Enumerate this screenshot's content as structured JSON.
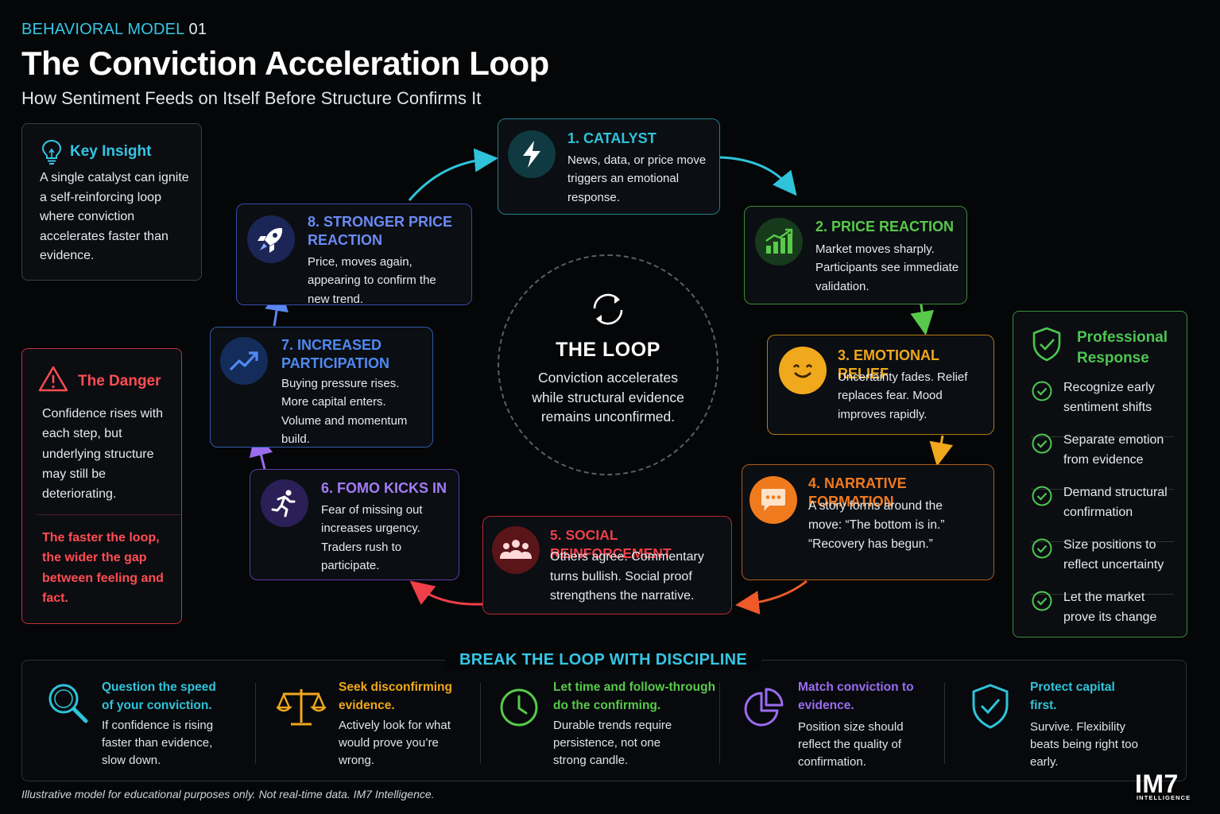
{
  "header": {
    "eyebrow_accent": "BEHAVIORAL MODEL",
    "eyebrow_number": "01",
    "title": "The Conviction Acceleration Loop",
    "subtitle": "How Sentiment Feeds on Itself Before Structure Confirms It"
  },
  "insight": {
    "heading": "Key Insight",
    "icon": "lightbulb-icon",
    "body": "A single catalyst can ignite a self-reinforcing loop where conviction accelerates faster than evidence."
  },
  "danger": {
    "heading": "The Danger",
    "icon": "warning-icon",
    "body": "Confidence rises with each step, but underlying structure may still be deteriorating.",
    "emphasis": "The faster the loop, the wider the gap between feeling and fact."
  },
  "center": {
    "icon": "cycle-icon",
    "title": "THE LOOP",
    "body": "Conviction accelerates while structural evidence remains unconfirmed."
  },
  "steps": [
    {
      "title": "1. CATALYST",
      "body": "News, data, or price move triggers an emotional response.",
      "icon": "lightning-icon",
      "color": "#2fc3d9"
    },
    {
      "title": "2. PRICE REACTION",
      "body": "Market moves sharply. Participants see immediate validation.",
      "icon": "rising-bars-icon",
      "color": "#58c94a"
    },
    {
      "title": "3. EMOTIONAL RELIEF",
      "body": "Uncertainty fades. Relief replaces fear. Mood improves rapidly.",
      "icon": "smiley-icon",
      "color": "#f0a81c"
    },
    {
      "title": "4. NARRATIVE FORMATION",
      "body": "A story forms around the move: “The bottom is in.” “Recovery has begun.”",
      "icon": "speech-bubble-icon",
      "color": "#f07a1e"
    },
    {
      "title": "5. SOCIAL REINFORCEMENT",
      "body": "Others agree. Commentary turns bullish. Social proof strengthens the narrative.",
      "icon": "people-group-icon",
      "color": "#ef3f48"
    },
    {
      "title": "6. FOMO KICKS IN",
      "body": "Fear of missing out increases urgency. Traders rush to participate.",
      "icon": "running-person-icon",
      "color": "#9b6cf0"
    },
    {
      "title": "7. INCREASED PARTICIPATION",
      "body": "Buying pressure rises. More capital enters. Volume and momentum build.",
      "icon": "trend-up-icon",
      "color": "#4f8af2"
    },
    {
      "title": "8. STRONGER PRICE REACTION",
      "body": "Price, moves again, appearing to confirm the new trend.",
      "icon": "rocket-icon",
      "color": "#6b8af5"
    }
  ],
  "professional": {
    "heading": "Professional Response",
    "icon": "shield-check-icon",
    "items": [
      "Recognize early sentiment shifts",
      "Separate emotion from evidence",
      "Demand structural confirmation",
      "Size positions to reflect uncertainty",
      "Let the market prove its change"
    ]
  },
  "discipline": {
    "title": "BREAK THE LOOP WITH DISCIPLINE",
    "items": [
      {
        "title": "Question the speed of your conviction.",
        "body": "If confidence is rising faster than evidence, slow down.",
        "icon": "magnifier-icon",
        "color": "#2fc3d9"
      },
      {
        "title": "Seek disconfirming evidence.",
        "body": "Actively look for what would prove you’re wrong.",
        "icon": "scales-icon",
        "color": "#f0a81c"
      },
      {
        "title": "Let time and follow-through do the confirming.",
        "body": "Durable trends require persistence, not one strong candle.",
        "icon": "clock-icon",
        "color": "#58c94a"
      },
      {
        "title": "Match conviction to evidence.",
        "body": "Position size should reflect the quality of confirmation.",
        "icon": "pie-chart-icon",
        "color": "#9b6cf0"
      },
      {
        "title": "Protect capital first.",
        "body": "Survive. Flexibility beats being right too early.",
        "icon": "shield-check-icon",
        "color": "#2fc3d9"
      }
    ]
  },
  "footer": {
    "disclaimer": "Illustrative model for educational purposes only. Not real-time data. IM7 Intelligence.",
    "logo": "IM7",
    "logo_sub": "INTELLIGENCE"
  }
}
